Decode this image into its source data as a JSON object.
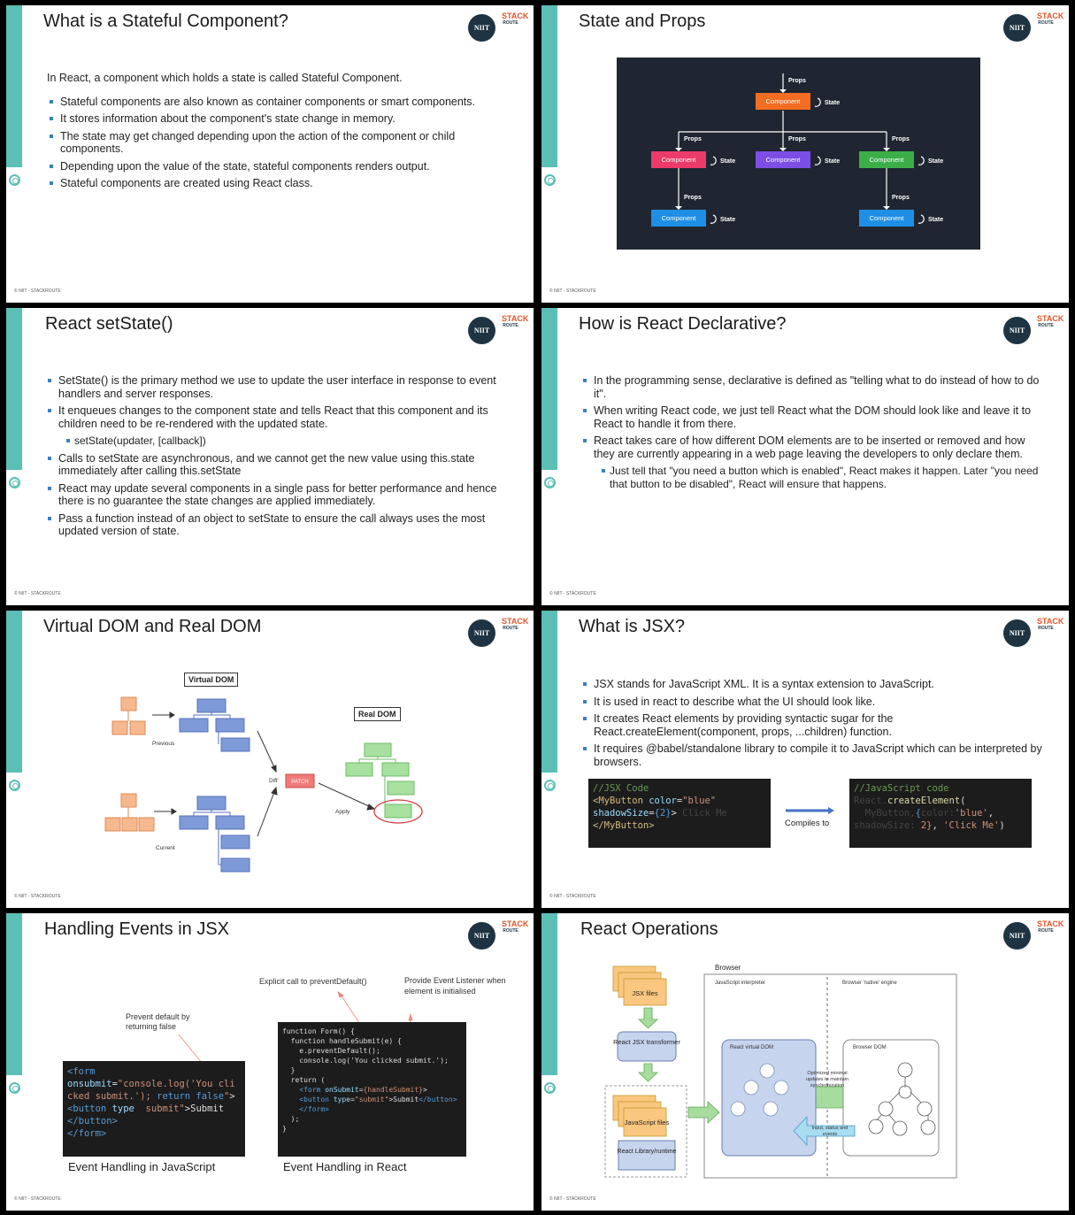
{
  "footer": "© NIIT - STACKROUTE",
  "logo": {
    "niit": "NIIT",
    "stack": "STACK",
    "route": "ROUTE"
  },
  "slides": [
    {
      "title": "What is a Stateful Component?",
      "intro": "In React, a component which holds a state is called Stateful Component.",
      "bullets": [
        "Stateful components are also known as container components or smart components.",
        "It stores information about the component's state change in memory.",
        "The state may get changed depending upon the action of the component or child components.",
        "Depending upon the value of the state, stateful components renders output.",
        "Stateful components are created using React class."
      ]
    },
    {
      "title": "State and Props",
      "diagram": {
        "props": "Props",
        "state": "State",
        "component": "Component"
      }
    },
    {
      "title": "React setState()",
      "bullets": [
        "SetState() is the primary method we use to update the user interface in response to event handlers and server responses.",
        "It enqueues changes to the component state and tells React that this component and its children need to be re-rendered with the updated state.",
        "setState(updater, [callback])",
        "Calls to setState are asynchronous, and we cannot get the new value using this.state immediately after calling this.setState",
        "React may update several components in a single pass for better performance and hence there is no guarantee the state changes are applied immediately.",
        "Pass a function instead of an object to setState to ensure the call always uses the most updated version of state."
      ]
    },
    {
      "title": "How is React Declarative?",
      "bullets": [
        "In the programming sense, declarative is defined as \"telling what to do instead of how to do it\".",
        "When writing React code, we just tell React what the DOM should look like and leave it to React to handle it from there.",
        "React takes care of how different DOM elements are to be inserted or removed and how they are currently appearing in a web page leaving the developers to only declare them.",
        "Just tell that \"you need a button which is enabled\", React makes it happen. Later \"you need that button to be disabled\", React will ensure that happens."
      ]
    },
    {
      "title": "Virtual DOM and Real DOM",
      "labels": {
        "virtual": "Virtual DOM",
        "real": "Real DOM",
        "previous": "Previous",
        "current": "Current",
        "diff": "Diff",
        "patch": "PATCH",
        "apply": "Apply"
      }
    },
    {
      "title": "What is JSX?",
      "bullets": [
        "JSX stands for JavaScript XML. It is a syntax extension to JavaScript.",
        "It is used in react to describe what the UI should look like.",
        "It creates React elements by providing syntactic sugar for the React.createElement(component, props, ...children) function.",
        "It requires @babel/standalone library to compile it to JavaScript which can be interpreted by browsers."
      ],
      "compiles": "Compiles to"
    },
    {
      "title": "Handling Events in JSX",
      "ann_prevent": "Prevent default by returning false",
      "ann_explicit": "Explicit call to preventDefault()",
      "ann_listener": "Provide Event Listener when element is initialised",
      "cap_js": "Event Handling in JavaScript",
      "cap_react": "Event Handling in React"
    },
    {
      "title": "React Operations",
      "labels": {
        "browser": "Browser",
        "interpreter": "JavaScript interpreter",
        "engine": "Browser 'native' engine",
        "jsx_files": "JSX files",
        "transformer": "React JSX transformer",
        "js_files": "JavaScript files",
        "runtime": "React Library/runtime",
        "vdom": "React virtual DOM",
        "bdom": "Browser DOM",
        "optimized": "Optimized minimal updates to maintain synchronization",
        "input": "Input, status and events"
      }
    }
  ]
}
